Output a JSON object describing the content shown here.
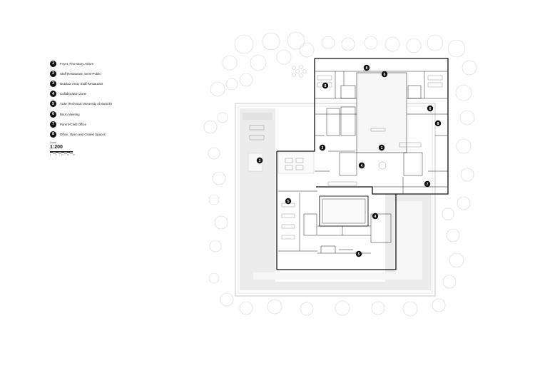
{
  "legend": {
    "items": [
      {
        "num": "1",
        "label": "Foyer, Five-Story Atrium"
      },
      {
        "num": "2",
        "label": "Staff Restaurant, Semi-Public"
      },
      {
        "num": "3",
        "label": "Outdoor Area, Staff Restaurant"
      },
      {
        "num": "4",
        "label": "Collaboration Zone"
      },
      {
        "num": "5",
        "label": "TUM (Technical University of Munich)"
      },
      {
        "num": "6",
        "label": "Micro Meeting"
      },
      {
        "num": "7",
        "label": "Parent-Child Office"
      },
      {
        "num": "8",
        "label": "Office, Open and Closed Spaces"
      }
    ]
  },
  "scale": {
    "caption": "Scale",
    "value": "1:200",
    "ticks": [
      "0",
      "5",
      "10",
      "15",
      "20"
    ]
  },
  "plan": {
    "markers": [
      {
        "num": "8",
        "name": "marker-8-north"
      },
      {
        "num": "6",
        "name": "marker-6-north"
      },
      {
        "num": "8",
        "name": "marker-8-northwest"
      },
      {
        "num": "6",
        "name": "marker-6-east"
      },
      {
        "num": "8",
        "name": "marker-8-east"
      },
      {
        "num": "2",
        "name": "marker-2"
      },
      {
        "num": "1",
        "name": "marker-1"
      },
      {
        "num": "3",
        "name": "marker-3"
      },
      {
        "num": "4",
        "name": "marker-4-center"
      },
      {
        "num": "7",
        "name": "marker-7"
      },
      {
        "num": "5",
        "name": "marker-5-west"
      },
      {
        "num": "4",
        "name": "marker-4-south"
      },
      {
        "num": "5",
        "name": "marker-5-south"
      }
    ]
  }
}
